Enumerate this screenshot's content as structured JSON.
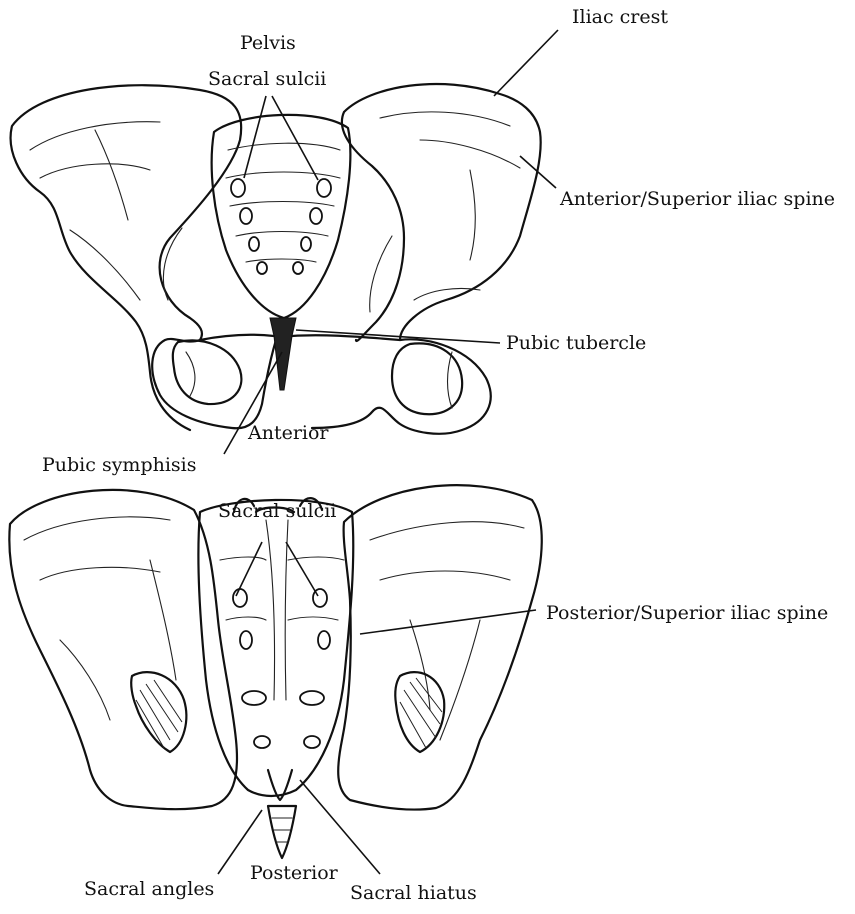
{
  "figure": {
    "top_view": {
      "view_label": "Anterior",
      "title": "Pelvis",
      "labels": {
        "sacral_sulcii": "Sacral sulcii",
        "iliac_crest": "Iliac crest",
        "anterior_superior_iliac_spine": "Anterior/Superior iliac spine",
        "pubic_tubercle": "Pubic tubercle",
        "pubic_symphisis": "Pubic symphisis"
      }
    },
    "bottom_view": {
      "view_label": "Posterior",
      "labels": {
        "sacral_sulcii": "Sacral sulcii",
        "posterior_superior_iliac_spine": "Posterior/Superior iliac spine",
        "sacral_angles": "Sacral angles",
        "sacral_hiatus": "Sacral hiatus"
      }
    }
  }
}
